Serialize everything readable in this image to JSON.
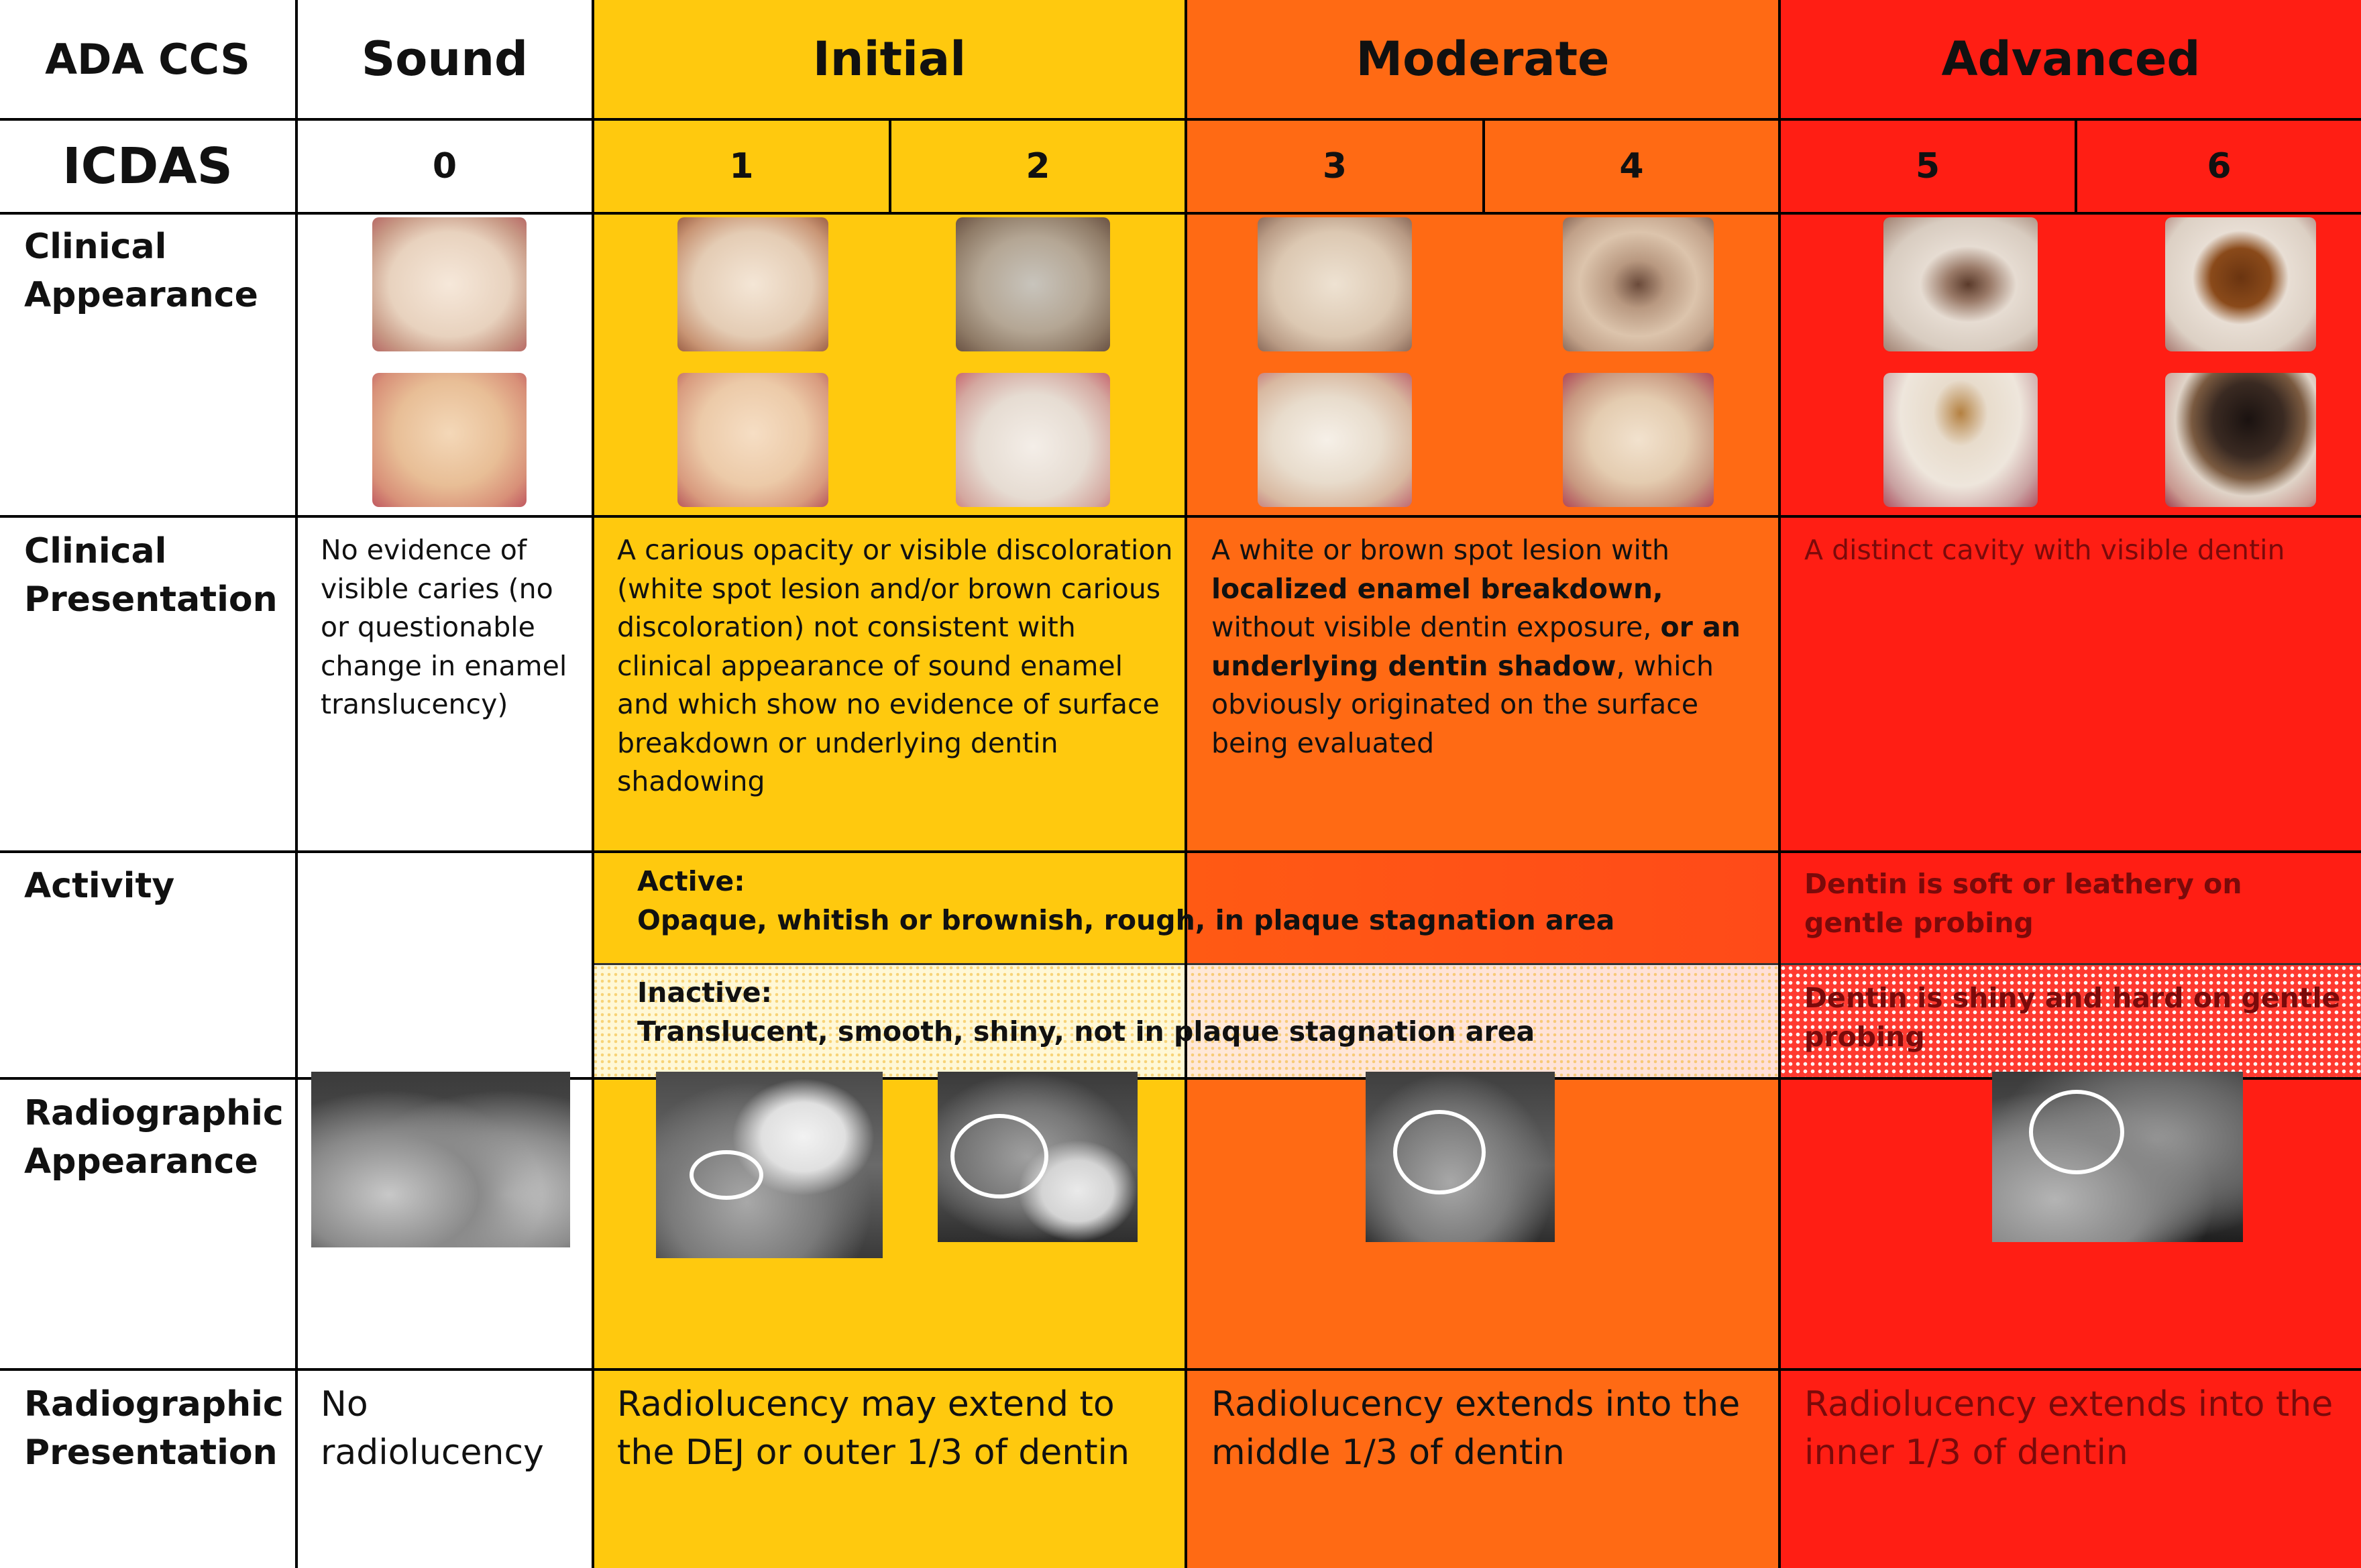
{
  "header": {
    "corner": "ADA CCS",
    "sound": "Sound",
    "initial": "Initial",
    "moderate": "Moderate",
    "advanced": "Advanced"
  },
  "icdas": {
    "label": "ICDAS",
    "codes": [
      "0",
      "1",
      "2",
      "3",
      "4",
      "5",
      "6"
    ]
  },
  "rows": {
    "clinical_appearance": [
      "Clinical",
      "Appearance"
    ],
    "clinical_presentation": [
      "Clinical",
      "Presentation"
    ],
    "activity": "Activity",
    "radiographic_appearance": [
      "Radiographic",
      "Appearance"
    ],
    "radiographic_presentation": [
      "Radiographic",
      "Presentation"
    ]
  },
  "clinical_presentation": {
    "sound": "No evidence of visible caries (no or questionable change in enamel translucency)",
    "initial": "A carious opacity or visible discoloration (white spot lesion and/or brown carious discoloration) not consistent with clinical appearance of sound enamel and which show no evidence of surface breakdown or underlying dentin shadowing",
    "moderate": {
      "p1": "A white or brown spot lesion with ",
      "b1": "localized enamel breakdown,",
      "p2": " without visible dentin exposure, ",
      "b2": "or an underlying dentin shadow",
      "p3": ", which obviously originated on the surface being evaluated"
    },
    "advanced": "A distinct cavity with visible dentin"
  },
  "activity": {
    "active_title": "Active:",
    "active_text": "Opaque, whitish or brownish, rough, in plaque stagnation area",
    "inactive_title": "Inactive:",
    "inactive_text": "Translucent, smooth, shiny, not in plaque stagnation area",
    "advanced_active": "Dentin is soft or leathery on gentle probing",
    "advanced_inactive": "Dentin is shiny and hard on gentle probing"
  },
  "radiographic_presentation": {
    "sound": "No radiolucency",
    "initial": "Radiolucency may extend to the DEJ or outer 1/3 of dentin",
    "moderate": "Radiolucency extends into the middle 1/3 of dentin",
    "advanced": "Radiolucency extends into the inner 1/3 of dentin"
  },
  "colors": {
    "initial": "#FFC90E",
    "moderate": "#FF6A14",
    "advanced": "#FF1E14",
    "grid": "#000000"
  }
}
